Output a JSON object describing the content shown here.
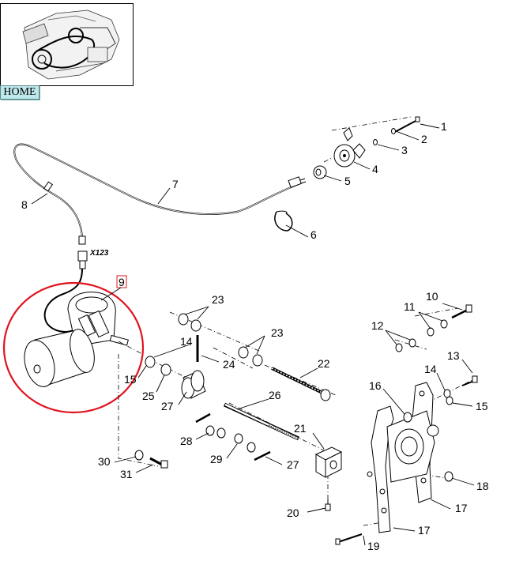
{
  "nav": {
    "home_label": "HOME"
  },
  "connector": {
    "label": "X123"
  },
  "highlight": {
    "label": "9",
    "color": "#e0141e"
  },
  "callouts": {
    "c1": "1",
    "c2": "2",
    "c3": "3",
    "c4": "4",
    "c5": "5",
    "c6": "6",
    "c7": "7",
    "c8": "8",
    "c9": "9",
    "c10": "10",
    "c11": "11",
    "c12": "12",
    "c13": "13",
    "c14a": "14",
    "c14b": "14",
    "c15a": "15",
    "c15b": "15",
    "c16": "16",
    "c17a": "17",
    "c17b": "17",
    "c18": "18",
    "c19": "19",
    "c20": "20",
    "c21": "21",
    "c22": "22",
    "c23a": "23",
    "c23b": "23",
    "c24": "24",
    "c25": "25",
    "c26": "26",
    "c27a": "27",
    "c27b": "27",
    "c28": "28",
    "c29": "29",
    "c30": "30",
    "c31": "31"
  }
}
